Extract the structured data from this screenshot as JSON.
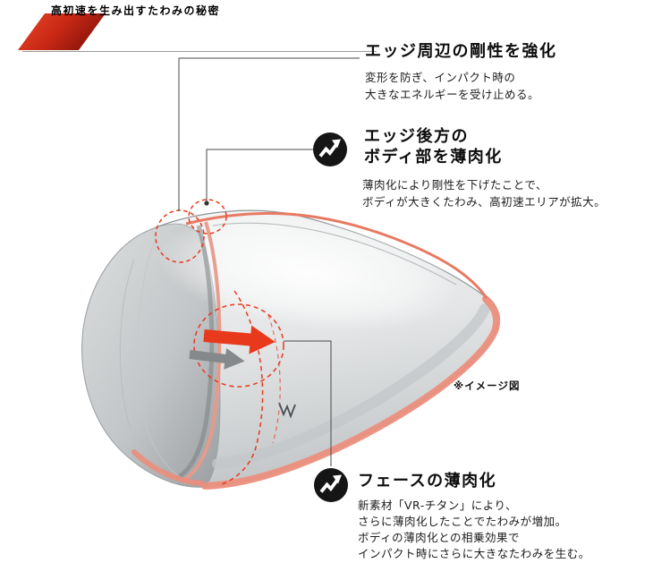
{
  "header": {
    "title": "高初速を生み出すたわみの秘密"
  },
  "illustration": {
    "note": "※イメージ図",
    "colors": {
      "accent_red": "#e8391c",
      "salmon": "#ec8d7b",
      "body_gray": "#cdd0d2",
      "logo_red": "#d6371f",
      "logo_dark_red": "#8c150b"
    }
  },
  "icons": {
    "annotation_marker": "growth-arrow-icon"
  },
  "annotations": [
    {
      "title": "エッジ周辺の剛性を強化",
      "body": [
        "変形を防ぎ、インパクト時の",
        "大きなエネルギーを受け止める。"
      ]
    },
    {
      "title_lines": [
        "エッジ後方の",
        "ボディ部を薄肉化"
      ],
      "body": [
        "薄肉化により剛性を下げたことで、",
        "ボディが大きくたわみ、高初速エリアが拡大。"
      ]
    },
    {
      "title": "フェースの薄肉化",
      "body": [
        "新素材「VR-チタン」により、",
        "さらに薄肉化したことでたわみが増加。",
        "ボディの薄肉化との相乗効果で",
        "インパクト時にさらに大きなたわみを生む。"
      ]
    }
  ]
}
